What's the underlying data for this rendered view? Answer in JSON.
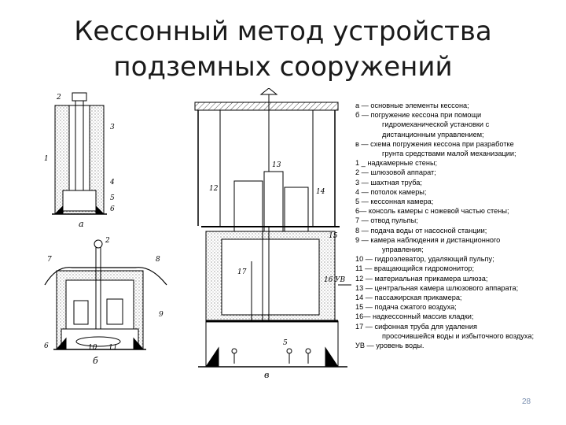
{
  "slide": {
    "title_lines": [
      "Кессонный метод устройства",
      "подземных сооружений"
    ],
    "page_number": "28"
  },
  "figure": {
    "panel_labels": [
      "а",
      "б",
      "в"
    ],
    "callouts_a": [
      "2",
      "3",
      "1",
      "4",
      "5",
      "6"
    ],
    "callouts_b": [
      "2",
      "7",
      "8",
      "9",
      "6",
      "10",
      "11"
    ],
    "callouts_c": [
      "13",
      "14",
      "15",
      "16",
      "17",
      "12",
      "5",
      "УВ"
    ]
  },
  "legend": {
    "items": [
      {
        "key": "а",
        "lines": [
          "а — основные элементы кессона;"
        ]
      },
      {
        "key": "б",
        "lines": [
          "б — погружение кессона при помощи",
          "гидромеханической установки с",
          "дистанционным управлением;"
        ]
      },
      {
        "key": "в",
        "lines": [
          "в — схема погружения кессона при разработке",
          "грунта средствами малой механизации;"
        ]
      },
      {
        "key": "1",
        "lines": [
          "1 _ надкамерные стены;"
        ]
      },
      {
        "key": "2",
        "lines": [
          "2 — шлюзовой аппарат;"
        ]
      },
      {
        "key": "3",
        "lines": [
          "3 — шахтная труба;"
        ]
      },
      {
        "key": "4",
        "lines": [
          "4 — потолок камеры;"
        ]
      },
      {
        "key": "5",
        "lines": [
          "5 — кессонная камера;"
        ]
      },
      {
        "key": "6",
        "lines": [
          "6— консоль камеры с ножевой частью стены;"
        ]
      },
      {
        "key": "7",
        "lines": [
          "7 — отвод пульпы;"
        ]
      },
      {
        "key": "8",
        "lines": [
          "8 — подача воды от насосной станции;"
        ]
      },
      {
        "key": "9",
        "lines": [
          "9 — камера наблюдения и дистанционного",
          "управления;"
        ]
      },
      {
        "key": "10",
        "lines": [
          "10 — гидроэлеватор, удаляющий пульпу;"
        ]
      },
      {
        "key": "11",
        "lines": [
          "11 — вращающийся гидромонитор;"
        ]
      },
      {
        "key": "12",
        "lines": [
          "12 — материальная прикамера шлюза;"
        ]
      },
      {
        "key": "13",
        "lines": [
          "13 — центральная камера шлюзового аппарата;"
        ]
      },
      {
        "key": "14",
        "lines": [
          "14 — пассажирская прикамера;"
        ]
      },
      {
        "key": "15",
        "lines": [
          "15 — подача сжатого воздуха;"
        ]
      },
      {
        "key": "16",
        "lines": [
          "16— надкессонный массив кладки;"
        ]
      },
      {
        "key": "17",
        "lines": [
          "17 — сифонная труба для удаления",
          "просочившейся воды и избыточного воздуха;"
        ]
      },
      {
        "key": "УВ",
        "lines": [
          "УВ — уровень воды."
        ]
      }
    ]
  }
}
